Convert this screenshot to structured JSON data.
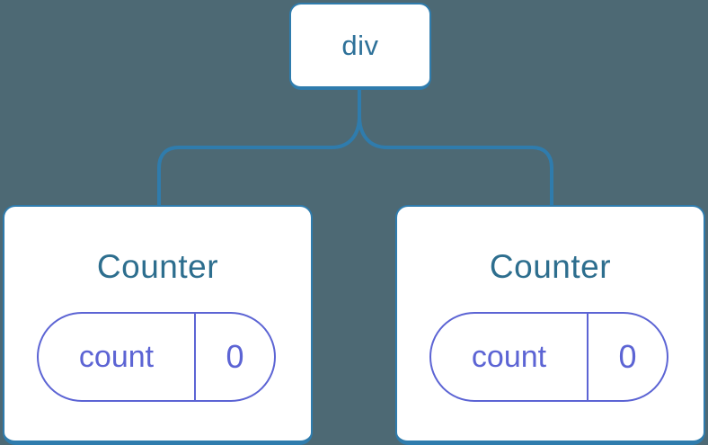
{
  "diagram": {
    "root": {
      "label": "div"
    },
    "children": [
      {
        "title": "Counter",
        "state": {
          "key": "count",
          "value": "0"
        }
      },
      {
        "title": "Counter",
        "state": {
          "key": "count",
          "value": "0"
        }
      }
    ],
    "colors": {
      "background": "#4D6974",
      "line": "#2F7CAD",
      "node_fill": "#FFFFFF",
      "root_text": "#2E7199",
      "title_text": "#2D6E8E",
      "state_accent": "#5C64D4"
    }
  }
}
